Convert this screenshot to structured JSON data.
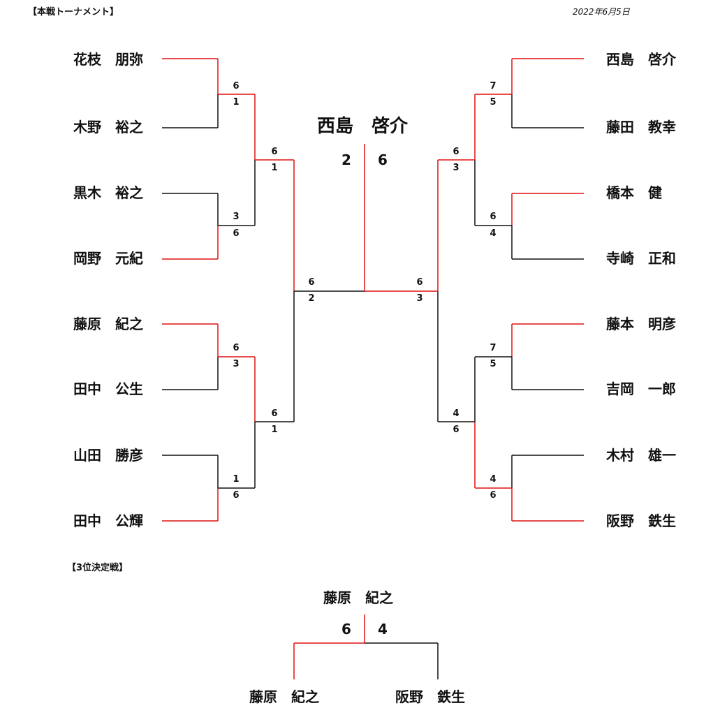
{
  "header": {
    "title": "【本戦トーナメント】",
    "date": "2022年6月5日"
  },
  "colors": {
    "winner_line": "#e01010",
    "loser_line": "#111111"
  },
  "left_players": [
    "花枝　朋弥",
    "木野　裕之",
    "黒木　裕之",
    "岡野　元紀",
    "藤原　紀之",
    "田中　公生",
    "山田　勝彦",
    "田中　公輝"
  ],
  "right_players": [
    "西島　啓介",
    "藤田　教幸",
    "橋本　健",
    "寺崎　正和",
    "藤本　明彦",
    "吉岡　一郎",
    "木村　雄一",
    "阪野　鉄生"
  ],
  "left_r1_scores": [
    [
      "6",
      "1"
    ],
    [
      "3",
      "6"
    ],
    [
      "6",
      "3"
    ],
    [
      "1",
      "6"
    ]
  ],
  "right_r1_scores": [
    [
      "7",
      "5"
    ],
    [
      "6",
      "4"
    ],
    [
      "7",
      "5"
    ],
    [
      "4",
      "6"
    ]
  ],
  "left_r2_scores": [
    [
      "6",
      "1"
    ],
    [
      "6",
      "1"
    ]
  ],
  "right_r2_scores": [
    [
      "6",
      "3"
    ],
    [
      "4",
      "6"
    ]
  ],
  "left_sf_score": [
    "6",
    "2"
  ],
  "right_sf_score": [
    "6",
    "3"
  ],
  "final": {
    "champion": "西島　啓介",
    "score_left": "2",
    "score_right": "6"
  },
  "third_place": {
    "title": "【3位決定戦】",
    "winner": "藤原　紀之",
    "score_left": "6",
    "score_right": "4",
    "left_player": "藤原　紀之",
    "right_player": "阪野　鉄生"
  }
}
